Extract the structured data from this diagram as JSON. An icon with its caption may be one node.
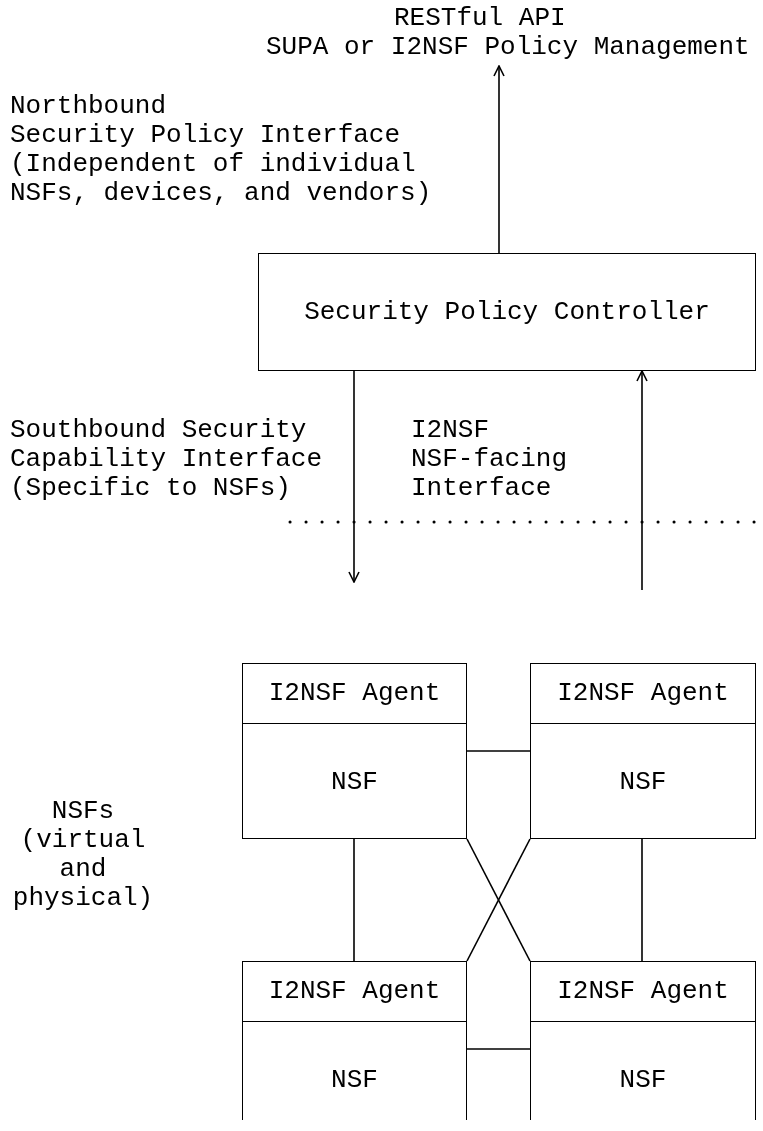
{
  "diagram": {
    "nodes": [
      {
        "text": [
          "RESTful API",
          "SUPA or I2NSF Policy Management"
        ]
      },
      {
        "text": [
          "Security Policy Controller"
        ]
      },
      {
        "text": [
          "I2NSF Agent",
          "NSF"
        ]
      },
      {
        "text": [
          "I2NSF Agent",
          "NSF"
        ]
      },
      {
        "text": [
          "I2NSF Agent",
          "NSF"
        ]
      },
      {
        "text": [
          "I2NSF Agent",
          "NSF"
        ]
      }
    ],
    "edges": [
      {
        "from": 1,
        "to": 0,
        "arrow": "to"
      },
      {
        "from": 1,
        "to": null,
        "arrow": "to"
      },
      {
        "from": null,
        "to": 1,
        "arrow": "to"
      },
      {
        "from": 2,
        "to": 3,
        "arrow": "none"
      },
      {
        "from": 2,
        "to": 4,
        "arrow": "none"
      },
      {
        "from": 3,
        "to": 5,
        "arrow": "none"
      },
      {
        "from": 2,
        "to": 5,
        "arrow": "none"
      },
      {
        "from": 3,
        "to": 4,
        "arrow": "none"
      },
      {
        "from": 4,
        "to": 5,
        "arrow": "none"
      }
    ],
    "labels": [
      "Northbound Security Policy Interface (Independent of individual NSFs, devices, and vendors)",
      "Southbound Security Capability Interface (Specific to NSFs)",
      "I2NSF NSF-facing Interface",
      "NSFs (virtual and physical)"
    ]
  }
}
